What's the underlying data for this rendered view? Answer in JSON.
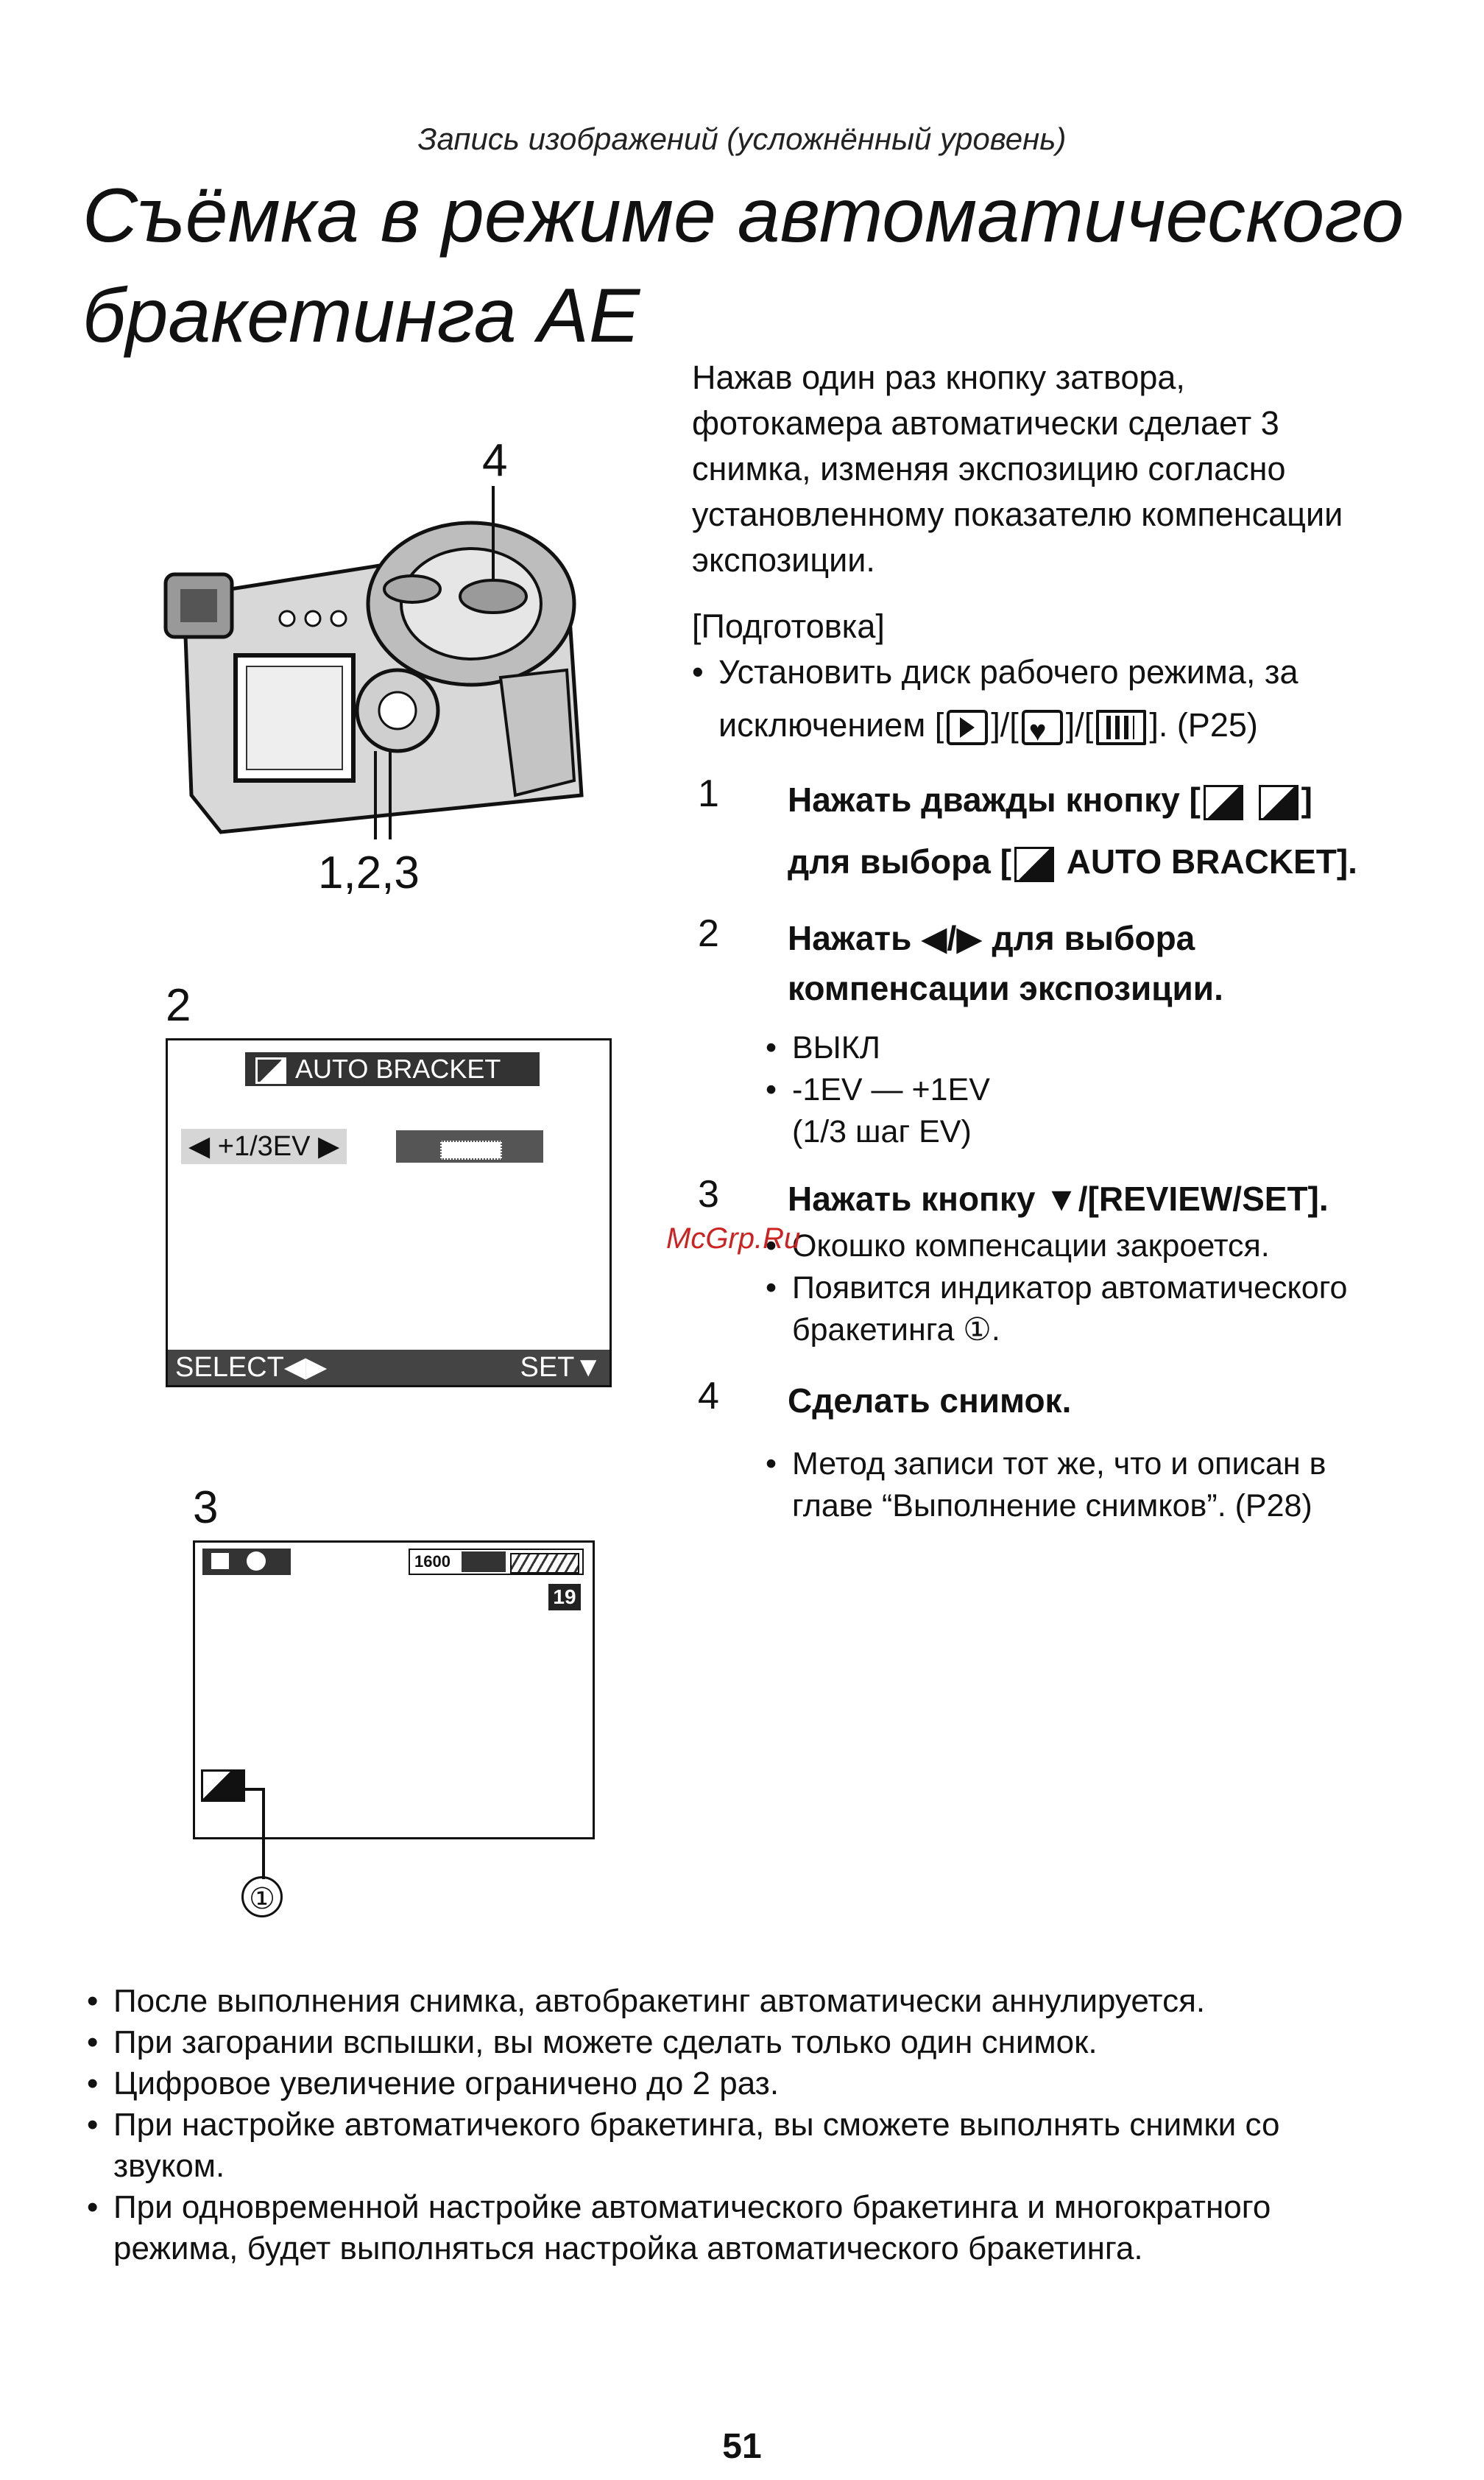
{
  "header": {
    "subtitle": "Запись изображений (усложнённый уровень)"
  },
  "title": {
    "line1": "Съёмка в режиме автоматического",
    "line2": "бракетинга АЕ"
  },
  "intro": {
    "lines": [
      "Нажав один раз кнопку затвора,",
      "фотокамера автоматически сделает 3",
      "снимка, изменяя экспозицию согласно",
      "установленному показателю компенсации",
      "экспозиции."
    ]
  },
  "prep": {
    "heading": "[Подготовка]",
    "bullet_line1": "Установить диск рабочего режима, за",
    "bullet_line2_a": "исключением [",
    "bullet_line2_b": "]/[",
    "bullet_line2_c": "]/[",
    "bullet_line2_d": "]. (P25)"
  },
  "steps": [
    {
      "num": "1",
      "line1a": "Нажать дважды кнопку [",
      "line1b": "]",
      "line2a": "для выбора [",
      "line2b": "AUTO BRACKET]."
    },
    {
      "num": "2",
      "line1": "Нажать ◀/▶  для выбора",
      "line2": "компенсации экспозиции.",
      "bullets": [
        "ВЫКЛ",
        "-1EV — +1EV"
      ],
      "extra": "(1/3 шаг EV)"
    },
    {
      "num": "3",
      "line1": "Нажать кнопку ▼/[REVIEW/SET].",
      "bullets": [
        "Окошко компенсации закроется.",
        "Появится индикатор автоматического"
      ],
      "extra": "бракетинга ①."
    },
    {
      "num": "4",
      "line1": "Сделать снимок.",
      "bullets": [
        "Метод записи тот же, что и описан в"
      ],
      "extra": "главе “Выполнение снимков”. (P28)"
    }
  ],
  "figures": {
    "camera_label_top": "4",
    "camera_label_bottom": "1,2,3",
    "fig2_label": "2",
    "fig2": {
      "title": "AUTO BRACKET",
      "value": "◀ +1/3EV ▶",
      "footer_left": "SELECT◀▶",
      "footer_right": "SET▼"
    },
    "fig3_label": "3",
    "fig3": {
      "iso": "1600",
      "count": "19",
      "callout": "①"
    }
  },
  "watermark": "McGrp.Ru",
  "notes": [
    "После выполнения снимка, автобракетинг автоматически аннулируется.",
    "При загорании вспышки, вы можете сделать только один снимок.",
    "Цифровое увеличение ограничено до 2 раз."
  ],
  "note4": {
    "line1": "При настройке автоматичекого бракетинга, вы сможете выполнять снимки со",
    "line2": "звуком."
  },
  "note5": {
    "line1": "При одновременной настройке автоматического бракетинга и многократного",
    "line2": "режима, будет выполняться настройка автоматического бракетинга."
  },
  "page_number": "51"
}
